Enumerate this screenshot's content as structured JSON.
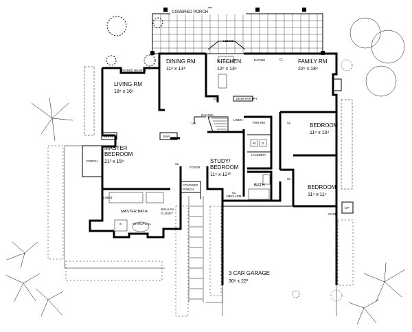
{
  "plan": {
    "rooms": {
      "covered_porch_top": {
        "name": "COVERED PORCH"
      },
      "dining": {
        "name": "DINING RM",
        "dim": "11⁶ x 13⁸"
      },
      "kitchen": {
        "name": "KITCHEN",
        "dim": "12⁶ x 13⁴"
      },
      "family": {
        "name": "FAMILY RM",
        "dim": "22⁹ x 18⁴"
      },
      "living": {
        "name": "LIVING RM",
        "dim": "18⁸ x 16⁴"
      },
      "master_bedroom": {
        "name": "MASTER",
        "name2": "BEDROOM",
        "dim": "21³ x 15⁸"
      },
      "study": {
        "name": "STUDY/",
        "name2": "BEDROOM",
        "dim": "11⁶ x 12¹⁰"
      },
      "bedroom_upper": {
        "name": "BEDROOM",
        "dim": "11⁴ x 10⁴"
      },
      "bedroom_lower": {
        "name": "BEDROOM",
        "dim": "11⁴ x 11⁴"
      },
      "garage": {
        "name": "3 CAR GARAGE",
        "dim": "30⁸ x 22²"
      }
    },
    "labels": {
      "raised_hearth": "RAISED HEARTH",
      "ledge": "LEDGE",
      "eating": "EATING",
      "desk": "DESK",
      "pantry": "PANTRY",
      "railing": "RAILING",
      "up": "UP",
      "linen_hall": "LINEN",
      "pdr_rm": "PDR RM",
      "furn": "FURN",
      "bar": "BAR",
      "porch": "PORCH",
      "foyer": "FOYER",
      "covered_porch_entry": "COVERED",
      "covered_porch_entry2": "PORCH",
      "laundry": "LAUNDRY",
      "w": "W",
      "d": "D",
      "cl_family": "CL",
      "cl_kitchen": "CL",
      "cl_bed1": "CL",
      "cl_bed2": "CL",
      "cl_foyer": "CL",
      "cl_study": "CL",
      "bath": "BATH",
      "mech_rm": "MECH RM",
      "linen_master": "LINEN",
      "master_bath": "MASTER BATH",
      "walk_in": "WALK-IN",
      "closet": "CLOSET",
      "whirlpool": "WHIRLPOOL",
      "s": "S",
      "cp": "CP",
      "curb": "CURB"
    }
  }
}
